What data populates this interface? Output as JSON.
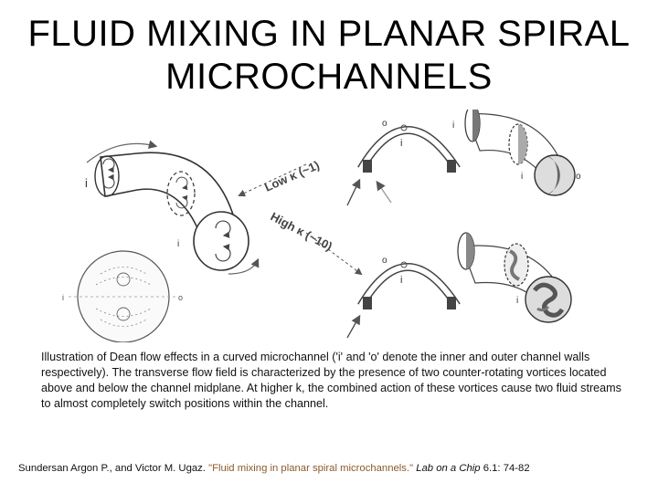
{
  "slide": {
    "title_line1": "FLUID MIXING IN PLANAR SPIRAL",
    "title_line2": "MICROCHANNELS"
  },
  "figure": {
    "low_label": "Low κ (~1)",
    "high_label": "High κ (~10)",
    "inner_label": "i",
    "outer_label": "o"
  },
  "caption": "Illustration of Dean flow effects in a curved microchannel ('i' and 'o' denote the inner and outer channel walls respectively). The transverse flow field is characterized by the presence of two counter-rotating vortices located above and below the channel midplane. At higher k, the combined action of these vortices cause two fluid streams to almost completely switch positions within the channel.",
  "reference": {
    "authors": "Sundersan Argon P., and Victor M. Ugaz. ",
    "title": "\"Fluid mixing in planar spiral microchannels.\"",
    "journal": " Lab on a Chip",
    "issue": " 6.1: 74-82"
  }
}
